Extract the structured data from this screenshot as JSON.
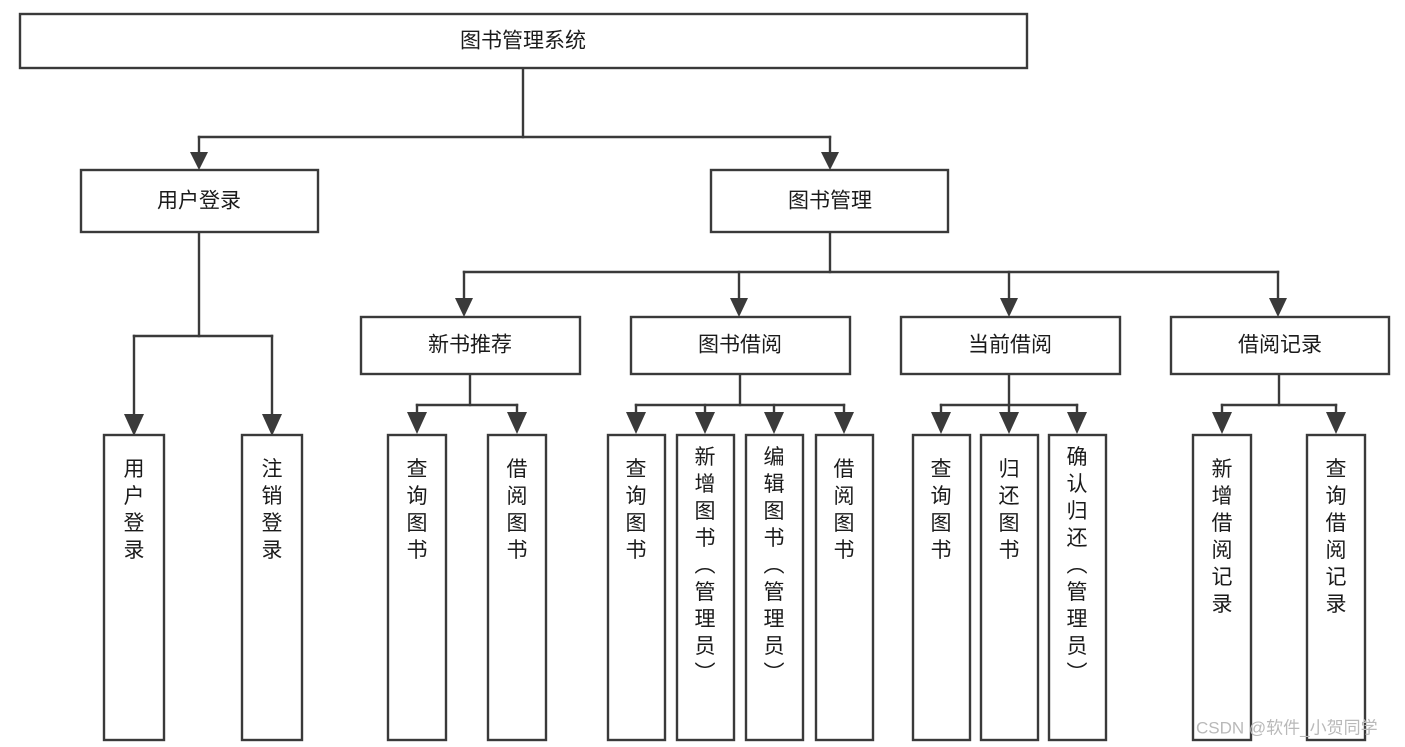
{
  "diagram": {
    "title": "图书管理系统",
    "type": "tree-hierarchy-chart",
    "orientation": "top-down",
    "watermark": "CSDN @软件_小贺同学",
    "colors": {
      "stroke": "#3a3a3a",
      "fill": "#ffffff",
      "text": "#1b1b1b",
      "watermark": "#b9b9b9",
      "background": "#ffffff"
    },
    "root": {
      "id": "root",
      "label": "图书管理系统",
      "text_orientation": "horizontal"
    },
    "level2": [
      {
        "id": "user-login",
        "label": "用户登录",
        "text_orientation": "horizontal"
      },
      {
        "id": "book-management",
        "label": "图书管理",
        "text_orientation": "horizontal"
      }
    ],
    "level3": [
      {
        "id": "new-book-recommend",
        "label": "新书推荐",
        "parent": "book-management",
        "text_orientation": "horizontal"
      },
      {
        "id": "book-borrow",
        "label": "图书借阅",
        "parent": "book-management",
        "text_orientation": "horizontal"
      },
      {
        "id": "current-borrow",
        "label": "当前借阅",
        "parent": "book-management",
        "text_orientation": "horizontal"
      },
      {
        "id": "borrow-record",
        "label": "借阅记录",
        "parent": "book-management",
        "text_orientation": "horizontal"
      }
    ],
    "leaves": [
      {
        "id": "leaf-user-login",
        "label": "用户登录",
        "parent": "user-login",
        "text_orientation": "vertical"
      },
      {
        "id": "leaf-logout-login",
        "label": "注销登录",
        "parent": "user-login",
        "text_orientation": "vertical"
      },
      {
        "id": "leaf-query-book-1",
        "label": "查询图书",
        "parent": "new-book-recommend",
        "text_orientation": "vertical"
      },
      {
        "id": "leaf-borrow-book-1",
        "label": "借阅图书",
        "parent": "new-book-recommend",
        "text_orientation": "vertical"
      },
      {
        "id": "leaf-query-book-2",
        "label": "查询图书",
        "parent": "book-borrow",
        "text_orientation": "vertical"
      },
      {
        "id": "leaf-add-book-admin",
        "label": "新增图书（管理员）",
        "parent": "book-borrow",
        "text_orientation": "vertical"
      },
      {
        "id": "leaf-edit-book-admin",
        "label": "编辑图书（管理员）",
        "parent": "book-borrow",
        "text_orientation": "vertical"
      },
      {
        "id": "leaf-borrow-book-2",
        "label": "借阅图书",
        "parent": "book-borrow",
        "text_orientation": "vertical"
      },
      {
        "id": "leaf-query-book-3",
        "label": "查询图书",
        "parent": "current-borrow",
        "text_orientation": "vertical"
      },
      {
        "id": "leaf-return-book",
        "label": "归还图书",
        "parent": "current-borrow",
        "text_orientation": "vertical"
      },
      {
        "id": "leaf-confirm-return-admin",
        "label": "确认归还（管理员）",
        "parent": "current-borrow",
        "text_orientation": "vertical"
      },
      {
        "id": "leaf-add-borrow-record",
        "label": "新增借阅记录",
        "parent": "borrow-record",
        "text_orientation": "vertical"
      },
      {
        "id": "leaf-query-borrow-record",
        "label": "查询借阅记录",
        "parent": "borrow-record",
        "text_orientation": "vertical"
      }
    ]
  }
}
